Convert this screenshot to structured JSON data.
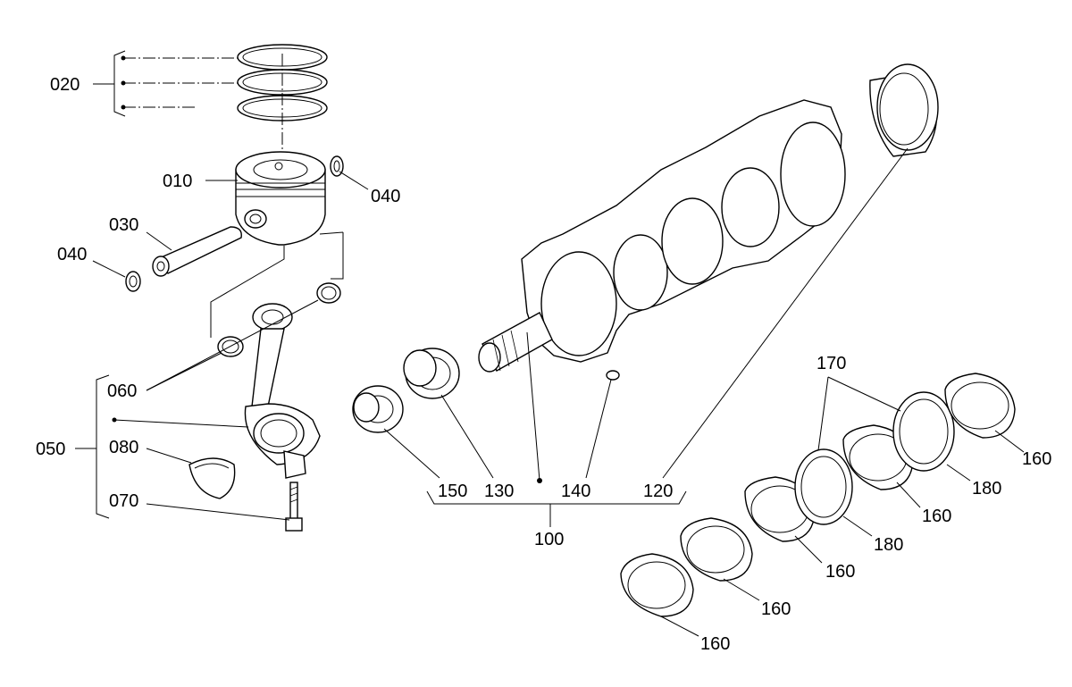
{
  "callouts": {
    "c020": "020",
    "c010": "010",
    "c040a": "040",
    "c030": "030",
    "c040b": "040",
    "c060": "060",
    "c050": "050",
    "c080": "080",
    "c070": "070",
    "c150": "150",
    "c130": "130",
    "c140": "140",
    "c120": "120",
    "c100": "100",
    "c170": "170",
    "c160a": "160",
    "c180a": "180",
    "c160b": "160",
    "c180b": "180",
    "c160c": "160",
    "c160d": "160",
    "c160e": "160"
  }
}
